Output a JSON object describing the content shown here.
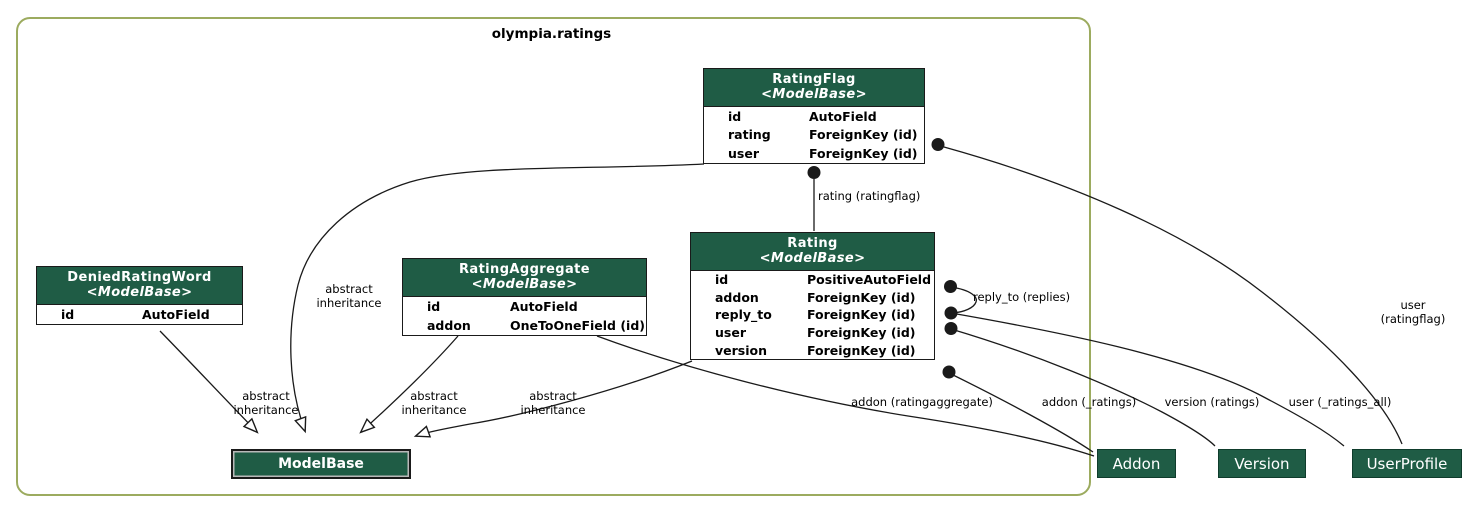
{
  "colors": {
    "green": "#1f5c45",
    "ink": "#1a1a1a",
    "cluster": "#9cab5f"
  },
  "cluster": {
    "title": "olympia.ratings"
  },
  "models": [
    {
      "name": "RatingFlag",
      "stereotype": "<ModelBase>",
      "fields": [
        {
          "name": "id",
          "type": "AutoField"
        },
        {
          "name": "rating",
          "type": "ForeignKey (id)"
        },
        {
          "name": "user",
          "type": "ForeignKey (id)"
        }
      ]
    },
    {
      "name": "Rating",
      "stereotype": "<ModelBase>",
      "fields": [
        {
          "name": "id",
          "type": "PositiveAutoField"
        },
        {
          "name": "addon",
          "type": "ForeignKey (id)"
        },
        {
          "name": "reply_to",
          "type": "ForeignKey (id)"
        },
        {
          "name": "user",
          "type": "ForeignKey (id)"
        },
        {
          "name": "version",
          "type": "ForeignKey (id)"
        }
      ]
    },
    {
      "name": "RatingAggregate",
      "stereotype": "<ModelBase>",
      "fields": [
        {
          "name": "id",
          "type": "AutoField"
        },
        {
          "name": "addon",
          "type": "OneToOneField (id)"
        }
      ]
    },
    {
      "name": "DeniedRatingWord",
      "stereotype": "<ModelBase>",
      "fields": [
        {
          "name": "id",
          "type": "AutoField"
        }
      ]
    }
  ],
  "nodes": {
    "modelbase": "ModelBase",
    "addon": "Addon",
    "version": "Version",
    "userprofile": "UserProfile"
  },
  "edge_labels": {
    "inheritance": "abstract\ninheritance",
    "rating_ratingflag": "rating (ratingflag)",
    "reply_to_replies": "reply_to (replies)",
    "user_ratingflag": "user (ratingflag)",
    "addon_ratingaggregate": "addon (ratingaggregate)",
    "addon_ratings": "addon (_ratings)",
    "version_ratings": "version (ratings)",
    "user_ratings_all": "user (_ratings_all)"
  }
}
